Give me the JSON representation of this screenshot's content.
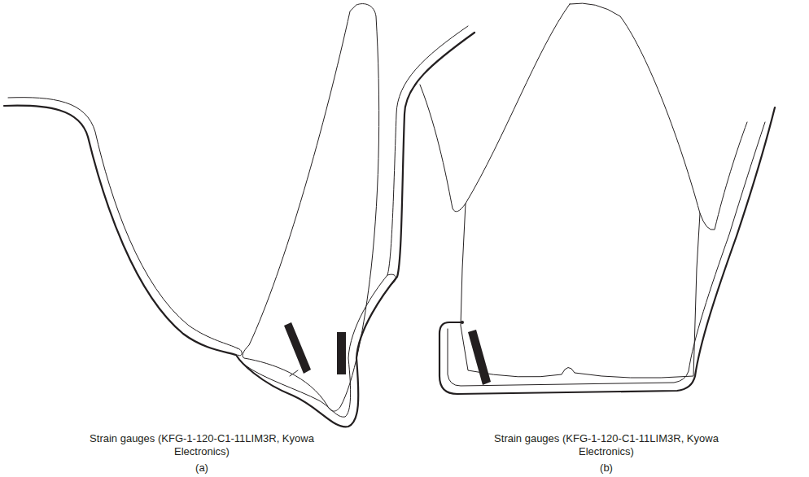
{
  "diagram": {
    "labels": [
      "Strain gauges (KFG-1-120-C1-11LIM3R, Kyowa Electronics)",
      "(a)",
      "Strain gauges (KFG-1-120-C1-11LIM3R, Kyowa Electronics)",
      "(b)"
    ]
  }
}
